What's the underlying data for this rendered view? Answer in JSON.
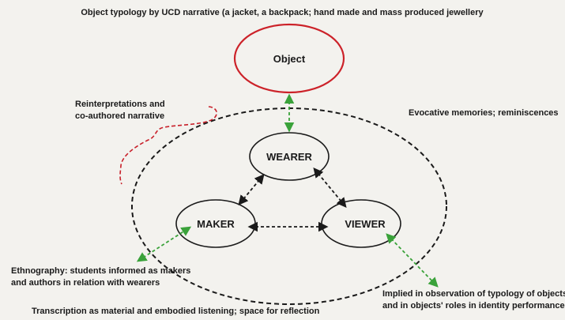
{
  "title": "Object typology by UCD narrative (a jacket, a backpack; hand made and mass produced jewellery",
  "nodes": {
    "object": "Object",
    "wearer": "WEARER",
    "maker": "MAKER",
    "viewer": "VIEWER"
  },
  "labels": {
    "reinterpretations_line1": "Reinterpretations and",
    "reinterpretations_line2": "co-authored narrative",
    "evocative": "Evocative memories; reminiscences",
    "ethnography_line1": "Ethnography: students informed as makers",
    "ethnography_line2": "and authors in relation with wearers",
    "transcription": "Transcription as material and embodied listening; space for reflection",
    "implied_line1": "Implied in observation of typology of objects,",
    "implied_line2": "and in objects' roles in identity performance"
  },
  "colors": {
    "object_outline": "#cc2229",
    "green_arrow": "#3aa23a",
    "black": "#1a1a1a",
    "red_dash": "#c8202a"
  }
}
